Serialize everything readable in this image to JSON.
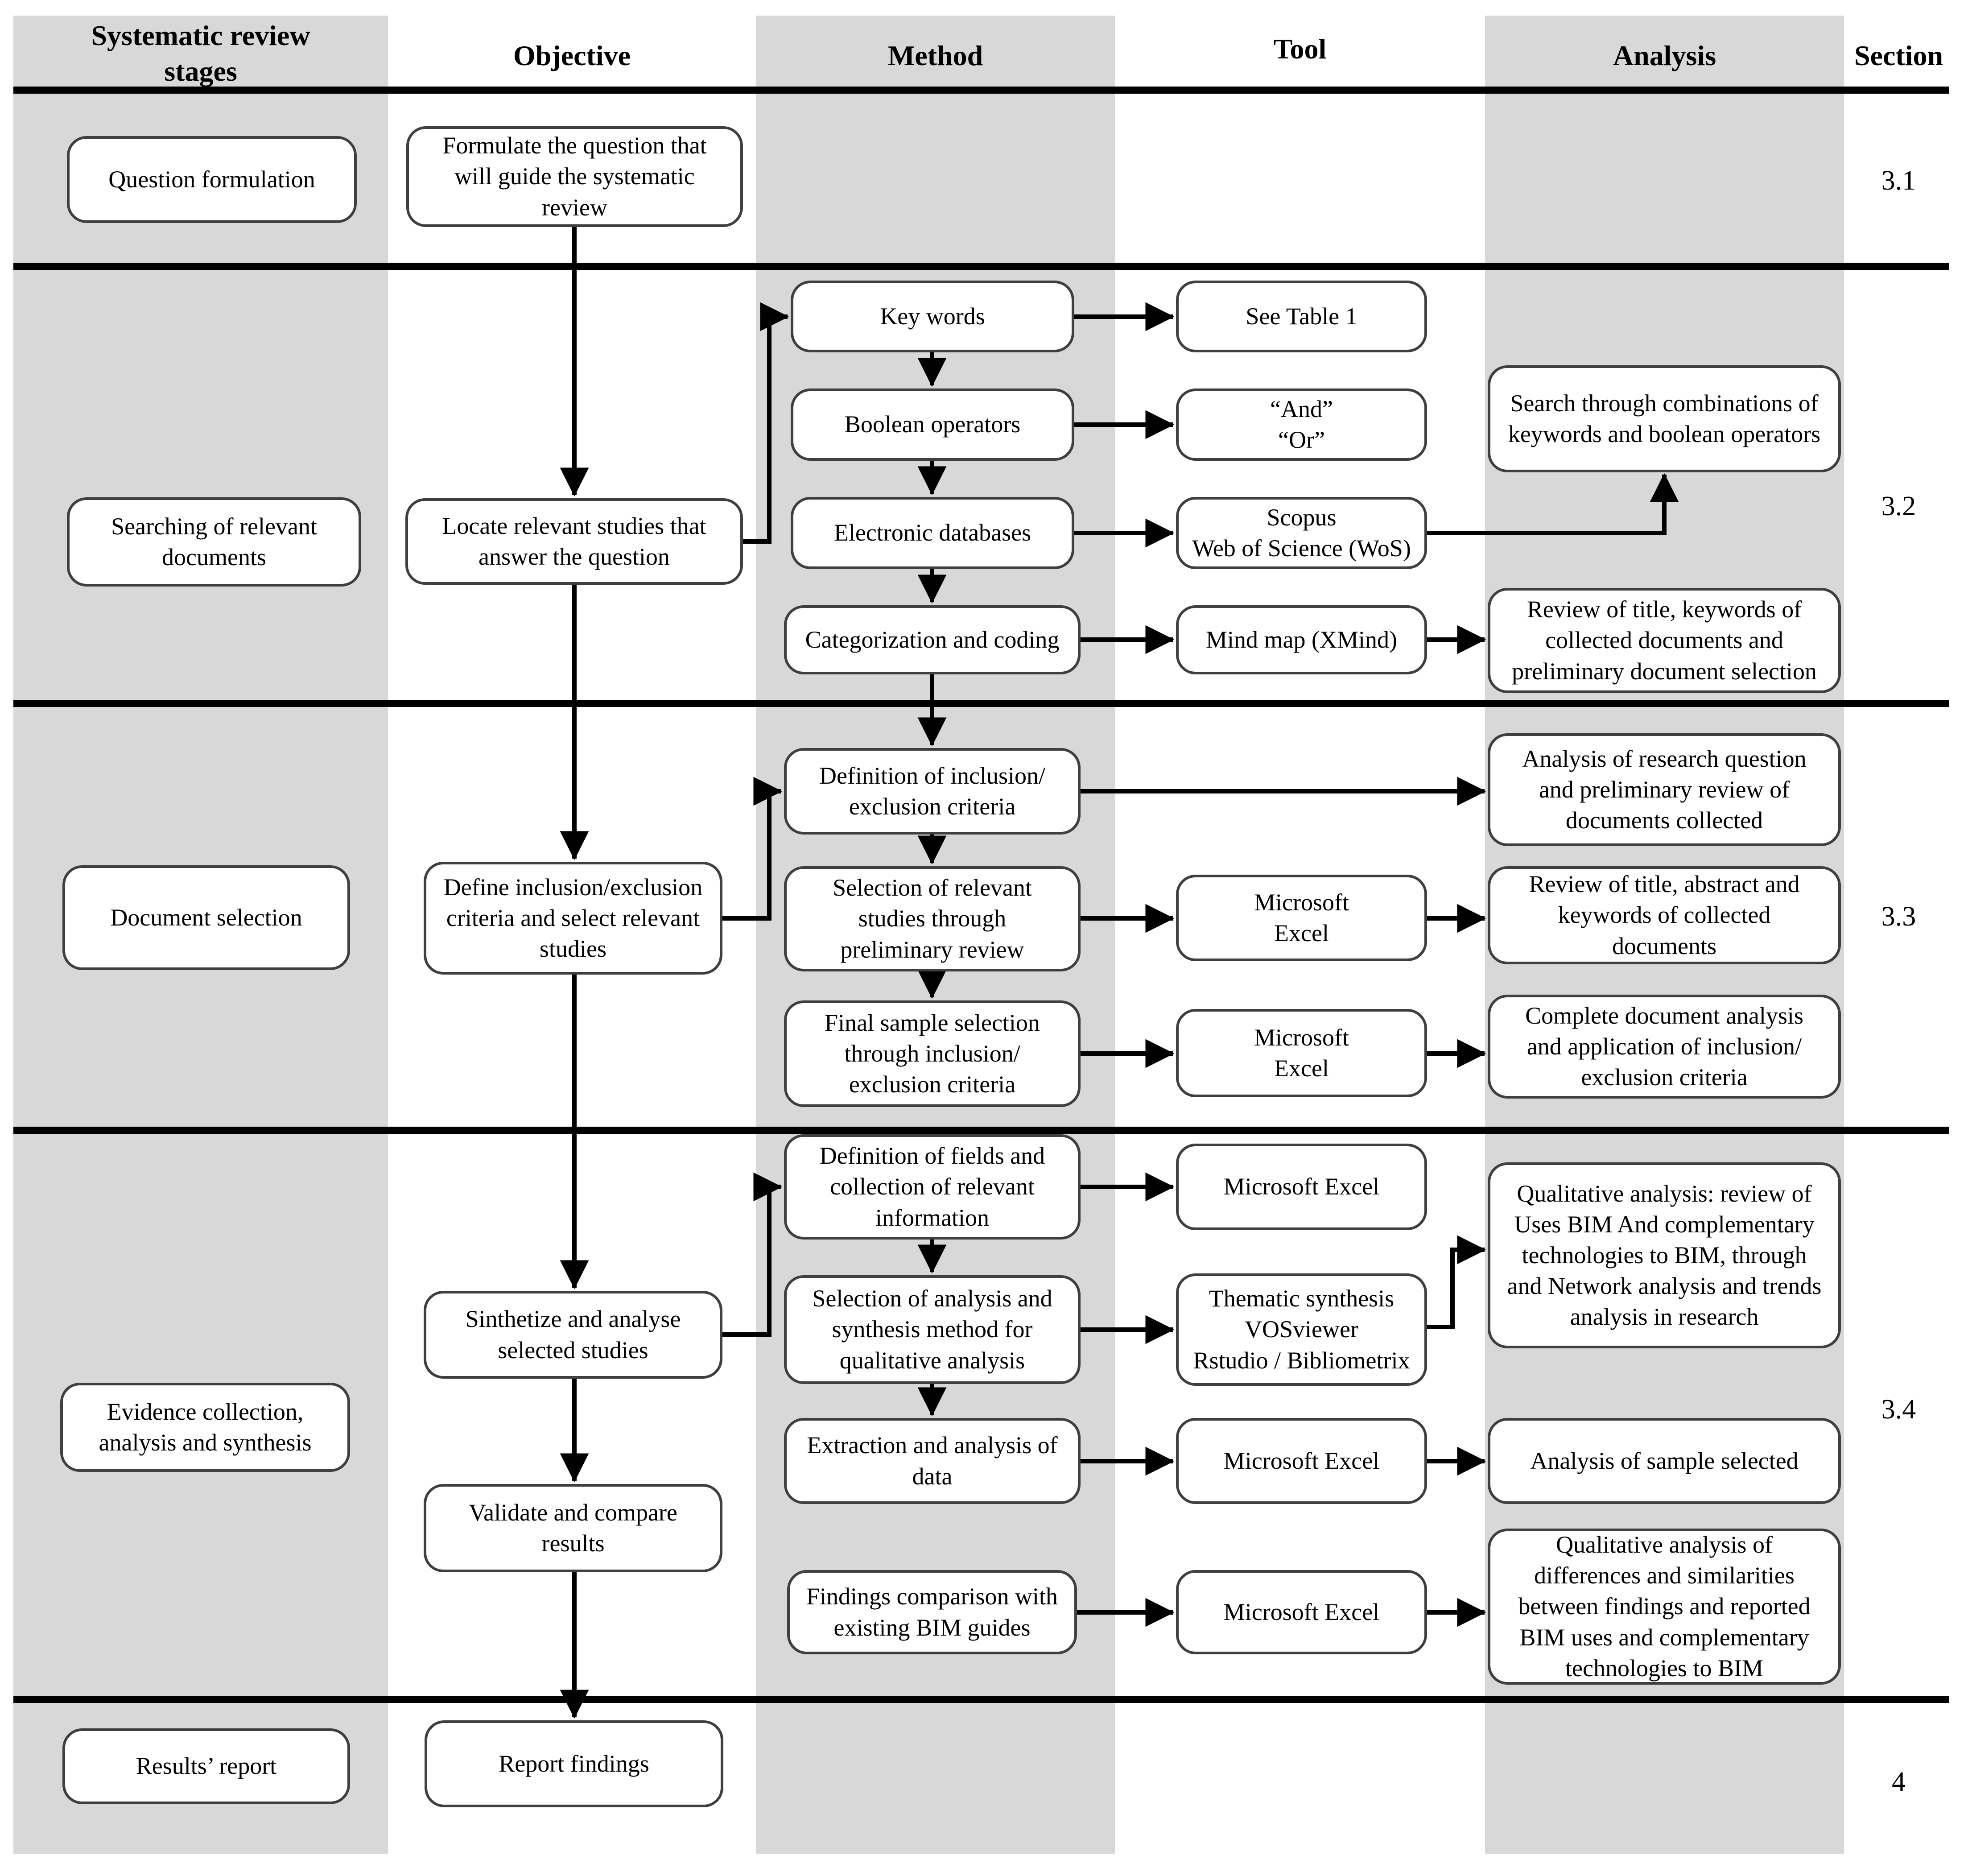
{
  "colors": {
    "band_gray": "#d8d8d8",
    "box_border": "#3f3f3f",
    "line_black": "#000000"
  },
  "columns": {
    "stages": {
      "header": "Systematic review\nstages",
      "items": [
        "Question formulation",
        "Searching of relevant\ndocuments",
        "Document selection",
        "Evidence collection,\nanalysis and synthesis",
        "Results’ report"
      ]
    },
    "objective": {
      "header": "Objective",
      "items": [
        "Formulate the question that\nwill guide the systematic\nreview",
        "Locate relevant studies that\nanswer the question",
        "Define inclusion/exclusion\ncriteria and select relevant\nstudies",
        "Sinthetize and analyse\nselected studies",
        "Validate and compare\nresults",
        "Report findings"
      ]
    },
    "method": {
      "header": "Method",
      "items": [
        "Key words",
        "Boolean operators",
        "Electronic databases",
        "Categorization and coding",
        "Definition of inclusion/\nexclusion criteria",
        "Selection of relevant\nstudies through\npreliminary review",
        "Final sample selection\nthrough inclusion/\nexclusion criteria",
        "Definition of fields and\ncollection of relevant\ninformation",
        "Selection of analysis and\nsynthesis method for\nqualitative analysis",
        "Extraction and analysis of\ndata",
        "Findings comparison with\nexisting BIM guides"
      ]
    },
    "tool": {
      "header": "Tool",
      "items": [
        "See Table 1",
        "“And”\n“Or”",
        "Scopus\nWeb of Science (WoS)",
        "Mind map (XMind)",
        "Microsoft\nExcel",
        "Microsoft\nExcel",
        "Microsoft Excel",
        "Thematic synthesis\nVOSviewer\nRstudio / Bibliometrix",
        "Microsoft Excel",
        "Microsoft Excel"
      ]
    },
    "analysis": {
      "header": "Analysis",
      "items": [
        "Search through combinations of\nkeywords and boolean operators",
        "Review of title, keywords of\ncollected documents and\npreliminary document selection",
        "Analysis of research question\nand preliminary review of\ndocuments collected",
        "Review of title, abstract and\nkeywords of collected\ndocuments",
        "Complete document analysis\nand application of inclusion/\nexclusion criteria",
        "Qualitative analysis: review of\nUses BIM And complementary\ntechnologies to BIM, through\nand Network analysis and trends\nanalysis in research",
        "Analysis of sample selected",
        "Qualitative analysis of\ndifferences and similarities\nbetween findings and reported\nBIM uses and complementary\ntechnologies to BIM"
      ]
    },
    "section": {
      "header": "Section",
      "items": [
        "3.1",
        "3.2",
        "3.3",
        "3.4",
        "4"
      ]
    }
  }
}
